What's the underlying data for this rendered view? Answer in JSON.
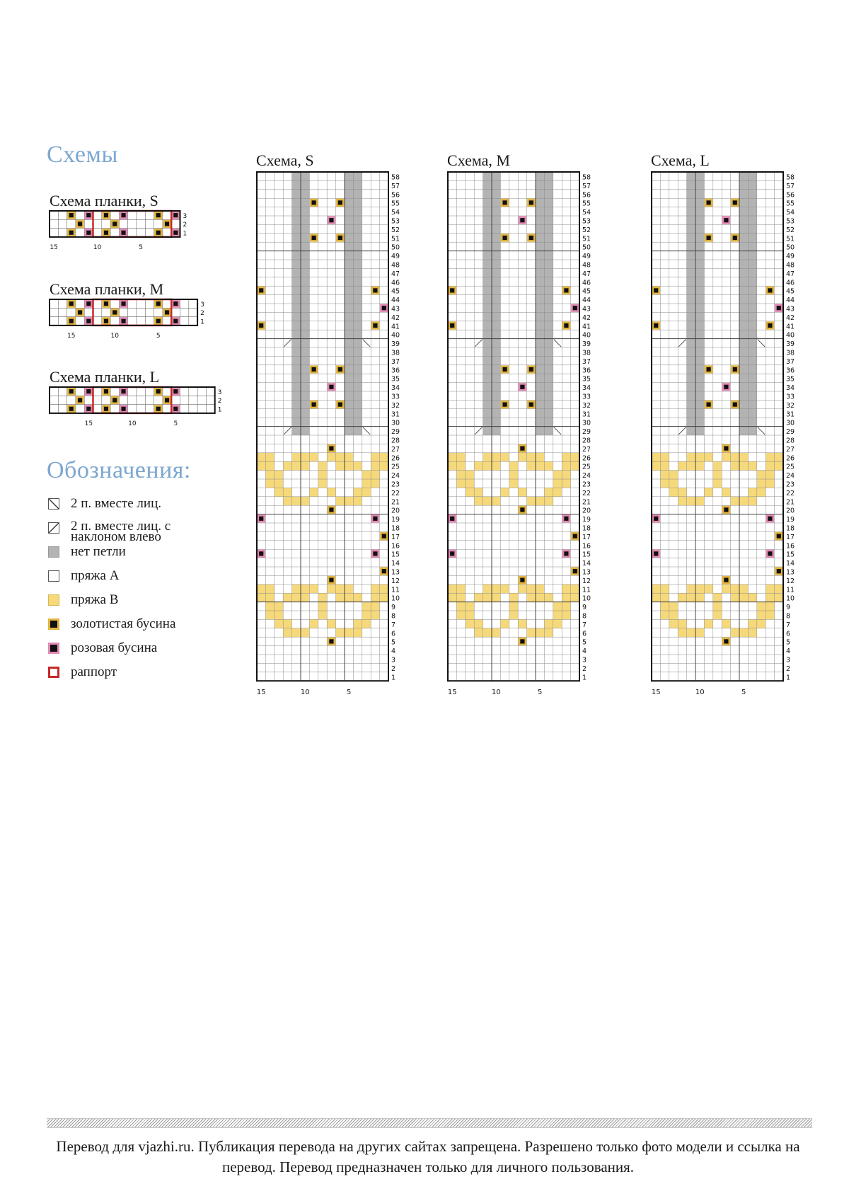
{
  "schemes_title": "Схемы",
  "legend_title": "Обозначения:",
  "strips": [
    {
      "title": "Схема планки, S",
      "cols": 15,
      "boxStart": 1,
      "boxEnd": 9,
      "colLabels": [
        "15",
        "10",
        "5"
      ],
      "rowLabels": [
        "3",
        "2",
        "1"
      ]
    },
    {
      "title": "Схема планки, M",
      "cols": 17,
      "boxStart": 3,
      "boxEnd": 11,
      "colLabels": [
        "15",
        "10",
        "5"
      ],
      "rowLabels": [
        "3",
        "2",
        "1"
      ]
    },
    {
      "title": "Схема планки, L",
      "cols": 19,
      "boxStart": 5,
      "boxEnd": 13,
      "colLabels": [
        "15",
        "10",
        "5"
      ],
      "rowLabels": [
        "3",
        "2",
        "1"
      ]
    }
  ],
  "charts": [
    {
      "title": "Схема, S",
      "colLabels": [
        "15",
        "10",
        "5"
      ]
    },
    {
      "title": "Схема, M",
      "colLabels": [
        "15",
        "10",
        "5"
      ]
    },
    {
      "title": "Схема, L",
      "colLabels": [
        "15",
        "10",
        "5"
      ]
    }
  ],
  "legend": [
    {
      "icon": "k2tog-icon",
      "text": "2 п. вместе лиц.",
      "multiline": false
    },
    {
      "icon": "ssk-icon",
      "text": "2 п. вместе лиц. с наклоном влево",
      "multiline": true
    },
    {
      "icon": "no-stitch-icon",
      "text": "нет петли",
      "multiline": false
    },
    {
      "icon": "yarn-a-icon",
      "text": "пряжа А",
      "multiline": false
    },
    {
      "icon": "yarn-b-icon",
      "text": "пряжа В",
      "multiline": false
    },
    {
      "icon": "gold-bead-icon",
      "text": "золотистая бусина",
      "multiline": false
    },
    {
      "icon": "pink-bead-icon",
      "text": "розовая бусина",
      "multiline": false
    },
    {
      "icon": "repeat-icon",
      "text": "раппорт",
      "multiline": false
    }
  ],
  "colors": {
    "title_blue": "#7da7cf",
    "yarn_b": "#f6d97b",
    "no_stitch": "#b3b3b3",
    "gold_bead": "#e2b53f",
    "pink_bead": "#e389b4",
    "repeat_red": "#c62828",
    "bead_core": "#111111"
  },
  "footer": "Перевод для vjazhi.ru. Публикация перевода на других сайтах запрещена. Разрешено только фото модели и ссылка на перевод.  Перевод предназначен только для личного пользования."
}
